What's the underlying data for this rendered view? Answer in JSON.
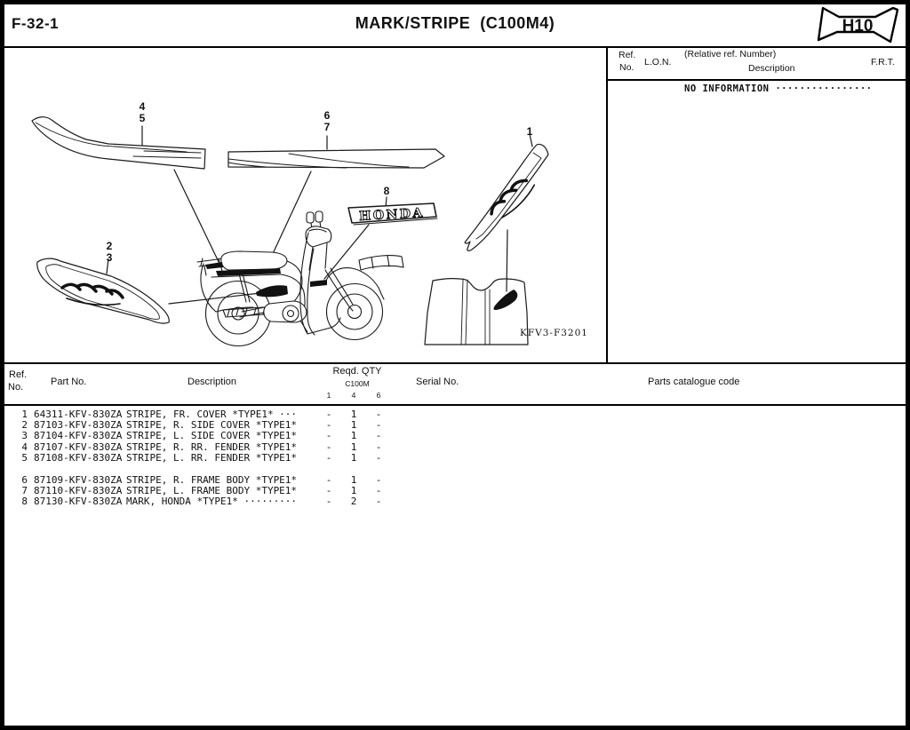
{
  "page": {
    "code": "F-32-1",
    "title": "MARK/STRIPE  (C100M4)",
    "tag": "H10"
  },
  "ref_panel": {
    "ref_label_1": "Ref.",
    "ref_label_2": "No.",
    "lon_label": "L.O.N.",
    "relative_label": "(Relative ref. Number)",
    "description_label": "Description",
    "frt_label": "F.R.T.",
    "no_information": "NO INFORMATION ················"
  },
  "diagram": {
    "figure_code": "KFV3-F3201",
    "honda_mark": "HONDA",
    "callouts": {
      "n1": "1",
      "n2": "2",
      "n3": "3",
      "n4": "4",
      "n5": "5",
      "n6": "6",
      "n7": "7",
      "n8": "8"
    }
  },
  "parts_table": {
    "headers": {
      "ref_1": "Ref.",
      "ref_2": "No.",
      "part": "Part No.",
      "description": "Description",
      "qty": "Reqd. QTY",
      "qty_model": "C100M",
      "qty_col_1": "1",
      "qty_col_2": "4",
      "qty_col_3": "6",
      "serial": "Serial No.",
      "catalogue": "Parts catalogue code"
    },
    "rows": [
      {
        "ref": "1",
        "part": "64311-KFV-830ZA",
        "desc": "STRIPE, FR. COVER *TYPE1* ···",
        "q1": "-",
        "q4": "1",
        "q6": "-"
      },
      {
        "ref": "2",
        "part": "87103-KFV-830ZA",
        "desc": "STRIPE, R. SIDE COVER *TYPE1*",
        "q1": "-",
        "q4": "1",
        "q6": "-"
      },
      {
        "ref": "3",
        "part": "87104-KFV-830ZA",
        "desc": "STRIPE, L. SIDE COVER *TYPE1*",
        "q1": "-",
        "q4": "1",
        "q6": "-"
      },
      {
        "ref": "4",
        "part": "87107-KFV-830ZA",
        "desc": "STRIPE, R. RR. FENDER *TYPE1*",
        "q1": "-",
        "q4": "1",
        "q6": "-"
      },
      {
        "ref": "5",
        "part": "87108-KFV-830ZA",
        "desc": "STRIPE, L. RR. FENDER *TYPE1*",
        "q1": "-",
        "q4": "1",
        "q6": "-"
      },
      {
        "ref": "6",
        "part": "87109-KFV-830ZA",
        "desc": "STRIPE, R. FRAME BODY *TYPE1*",
        "q1": "-",
        "q4": "1",
        "q6": "-"
      },
      {
        "ref": "7",
        "part": "87110-KFV-830ZA",
        "desc": "STRIPE, L. FRAME BODY *TYPE1*",
        "q1": "-",
        "q4": "1",
        "q6": "-"
      },
      {
        "ref": "8",
        "part": "87130-KFV-830ZA",
        "desc": "MARK, HONDA *TYPE1* ·········",
        "q1": "-",
        "q4": "2",
        "q6": "-"
      }
    ]
  }
}
